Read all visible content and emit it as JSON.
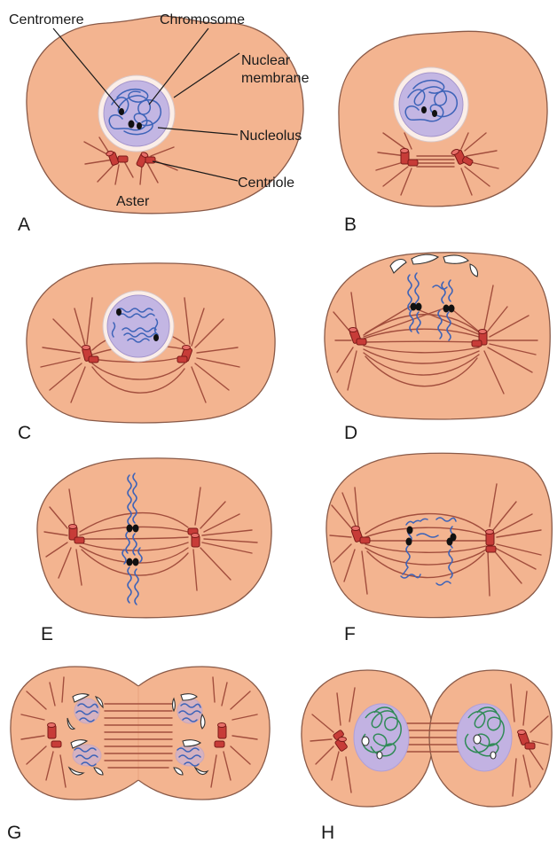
{
  "callouts": {
    "centromere": "Centromere",
    "chromosome": "Chromosome",
    "nuclear_membrane_line1": "Nuclear",
    "nuclear_membrane_line2": "membrane",
    "nucleolus": "Nucleolus",
    "centriole": "Centriole",
    "aster": "Aster"
  },
  "panels": [
    {
      "letter": "A"
    },
    {
      "letter": "B"
    },
    {
      "letter": "C"
    },
    {
      "letter": "D"
    },
    {
      "letter": "E"
    },
    {
      "letter": "F"
    },
    {
      "letter": "G"
    },
    {
      "letter": "H"
    }
  ],
  "colors": {
    "cytoplasm": "#f3b490",
    "spindle_fiber": "#a24e3d",
    "centriole": "#c73c38",
    "nucleus": "#c3b6e3",
    "chromatin_blue": "#3d63b8",
    "chromatin_green": "#2f8a56",
    "centromere": "#111111"
  }
}
